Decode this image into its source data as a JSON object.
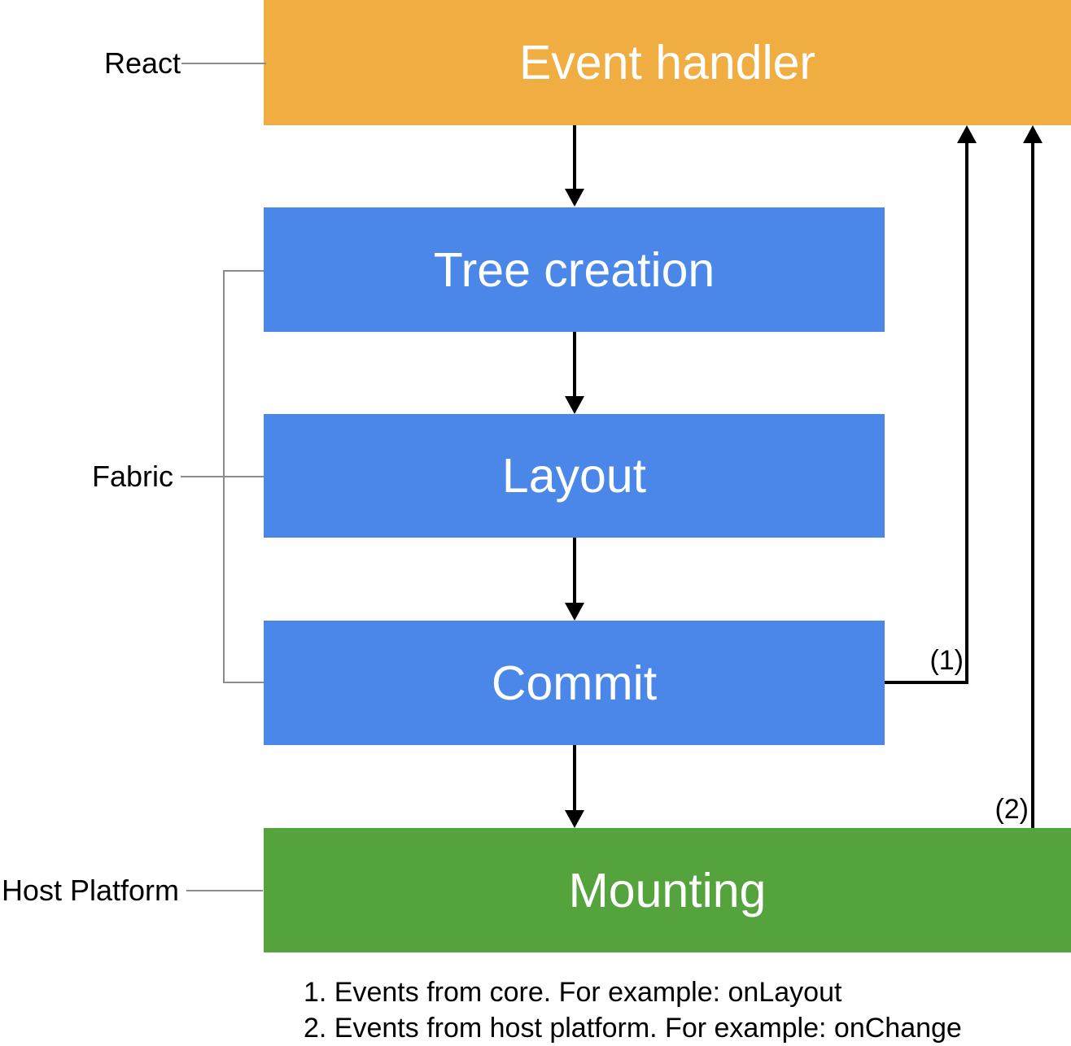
{
  "diagram": {
    "boxes": [
      {
        "id": "event-handler",
        "label": "Event handler",
        "layer": "React",
        "color": "#F0AE42"
      },
      {
        "id": "tree-creation",
        "label": "Tree creation",
        "layer": "Fabric",
        "color": "#4A87E8"
      },
      {
        "id": "layout",
        "label": "Layout",
        "layer": "Fabric",
        "color": "#4A87E8"
      },
      {
        "id": "commit",
        "label": "Commit",
        "layer": "Fabric",
        "color": "#4A87E8"
      },
      {
        "id": "mounting",
        "label": "Mounting",
        "layer": "Host Platform",
        "color": "#55A33C"
      }
    ],
    "side_labels": [
      {
        "label": "React"
      },
      {
        "label": "Fabric"
      },
      {
        "label": "Host Platform"
      }
    ],
    "arrow_labels": {
      "one": "(1)",
      "two": "(2)"
    },
    "footnotes": [
      "1. Events from core. For example: onLayout",
      "2. Events from host platform. For example: onChange"
    ],
    "colors": {
      "event_handler_orange": "#F0AE42",
      "fabric_blue": "#4A87E8",
      "mounting_green": "#55A33C",
      "connector_gray": "#8C8C8C",
      "arrow_black": "#000000",
      "box_text": "#FFFFFF",
      "label_text": "#000000"
    }
  }
}
